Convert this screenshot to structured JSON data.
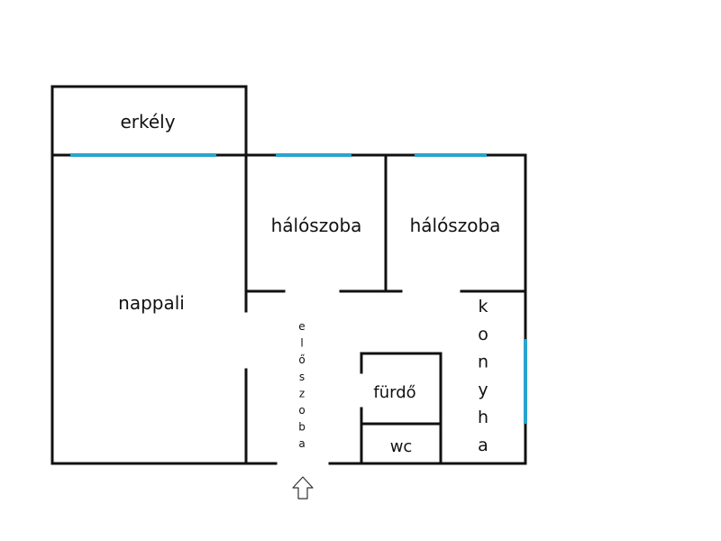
{
  "rooms": {
    "erkely": "erkély",
    "nappali": "nappali",
    "haloszoba_left": "hálószoba",
    "haloszoba_right": "hálószoba",
    "furdo": "fürdő",
    "wc": "wc"
  },
  "vertical_labels": {
    "eloszoba": [
      "e",
      "l",
      "ő",
      "s",
      "z",
      "o",
      "b",
      "a"
    ],
    "konyha": [
      "k",
      "o",
      "n",
      "y",
      "h",
      "a"
    ]
  },
  "colors": {
    "wall": "#111111",
    "window": "#2aa4cf",
    "arrow": "#333333"
  },
  "icons": {
    "entrance": "arrow-up-outline-icon"
  }
}
